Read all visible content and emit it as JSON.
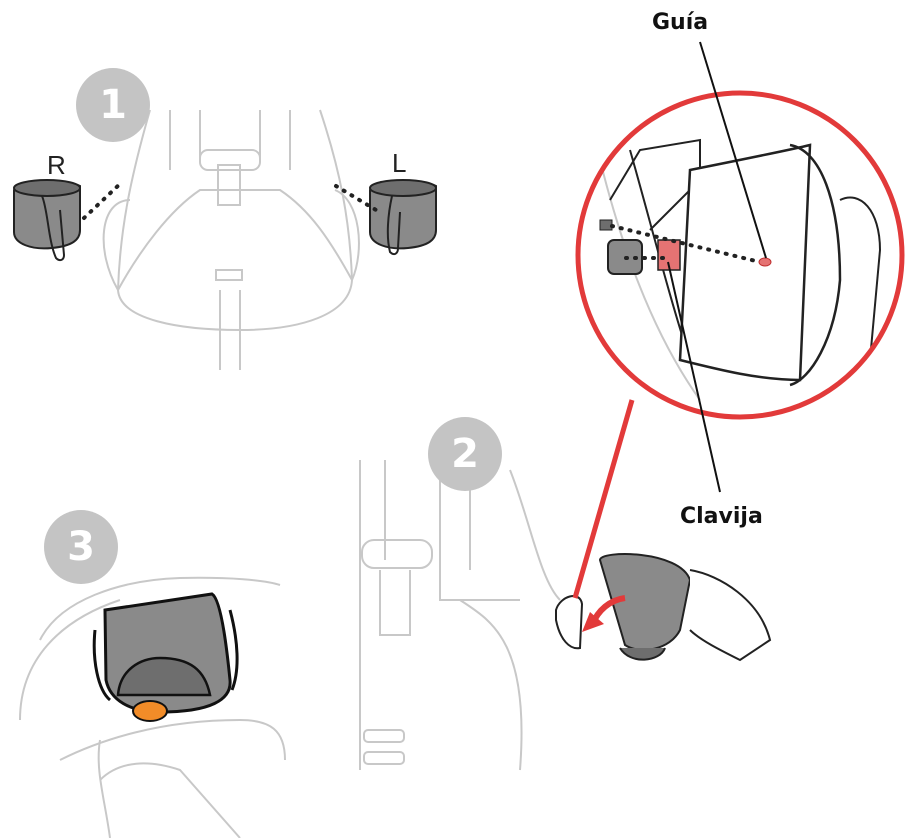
{
  "steps": {
    "step1": "1",
    "step2": "2",
    "step3": "3"
  },
  "side_labels": {
    "right": "R",
    "left": "L"
  },
  "callouts": {
    "guide": "Guía",
    "pin": "Clavija"
  },
  "colors": {
    "seat_outline": "#c8c8c8",
    "cup_fill": "#8a8a8a",
    "cup_dark": "#6e6e6e",
    "zoom_ring": "#e23a3a",
    "button": "#f28c28",
    "badge": "#c4c4c4"
  }
}
